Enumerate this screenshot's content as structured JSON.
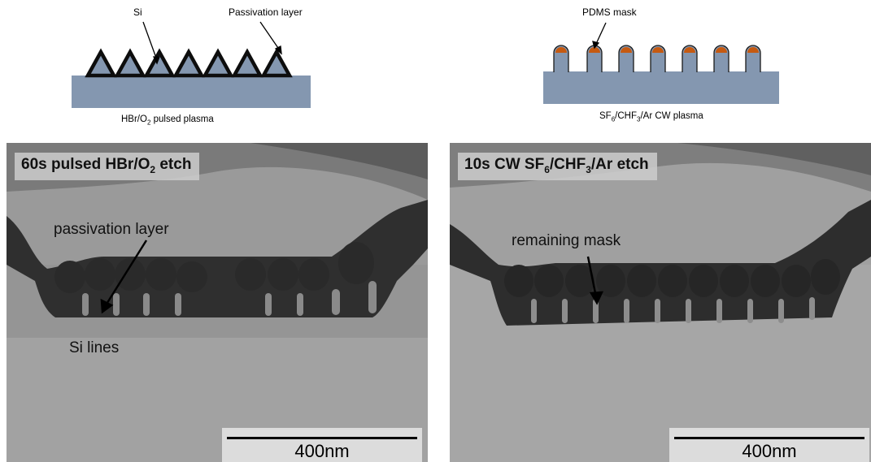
{
  "schematic_left": {
    "label_si": "Si",
    "label_passivation": "Passivation layer",
    "caption_pre": "HBr/O",
    "caption_sub": "2",
    "caption_post": " pulsed plasma"
  },
  "schematic_right": {
    "label_mask": "PDMS mask",
    "caption_parts": [
      "SF",
      "6",
      "/CHF",
      "3",
      "/Ar CW plasma"
    ]
  },
  "panel_left": {
    "title_pre": "60s pulsed HBr/O",
    "title_sub": "2",
    "title_post": " etch",
    "annotation_top": "passivation layer",
    "annotation_bottom": "Si lines",
    "scalebar": "400nm"
  },
  "panel_right": {
    "title_parts": [
      "10s CW SF",
      "6",
      "/CHF",
      "3",
      "/Ar etch"
    ],
    "annotation_top": "remaining mask",
    "scalebar": "400nm"
  },
  "colors": {
    "substrate": "#8497b0",
    "triangle": "#0d0d0d",
    "pdms_mask": "#c55a11",
    "sem_background": "#9c9c9c"
  }
}
